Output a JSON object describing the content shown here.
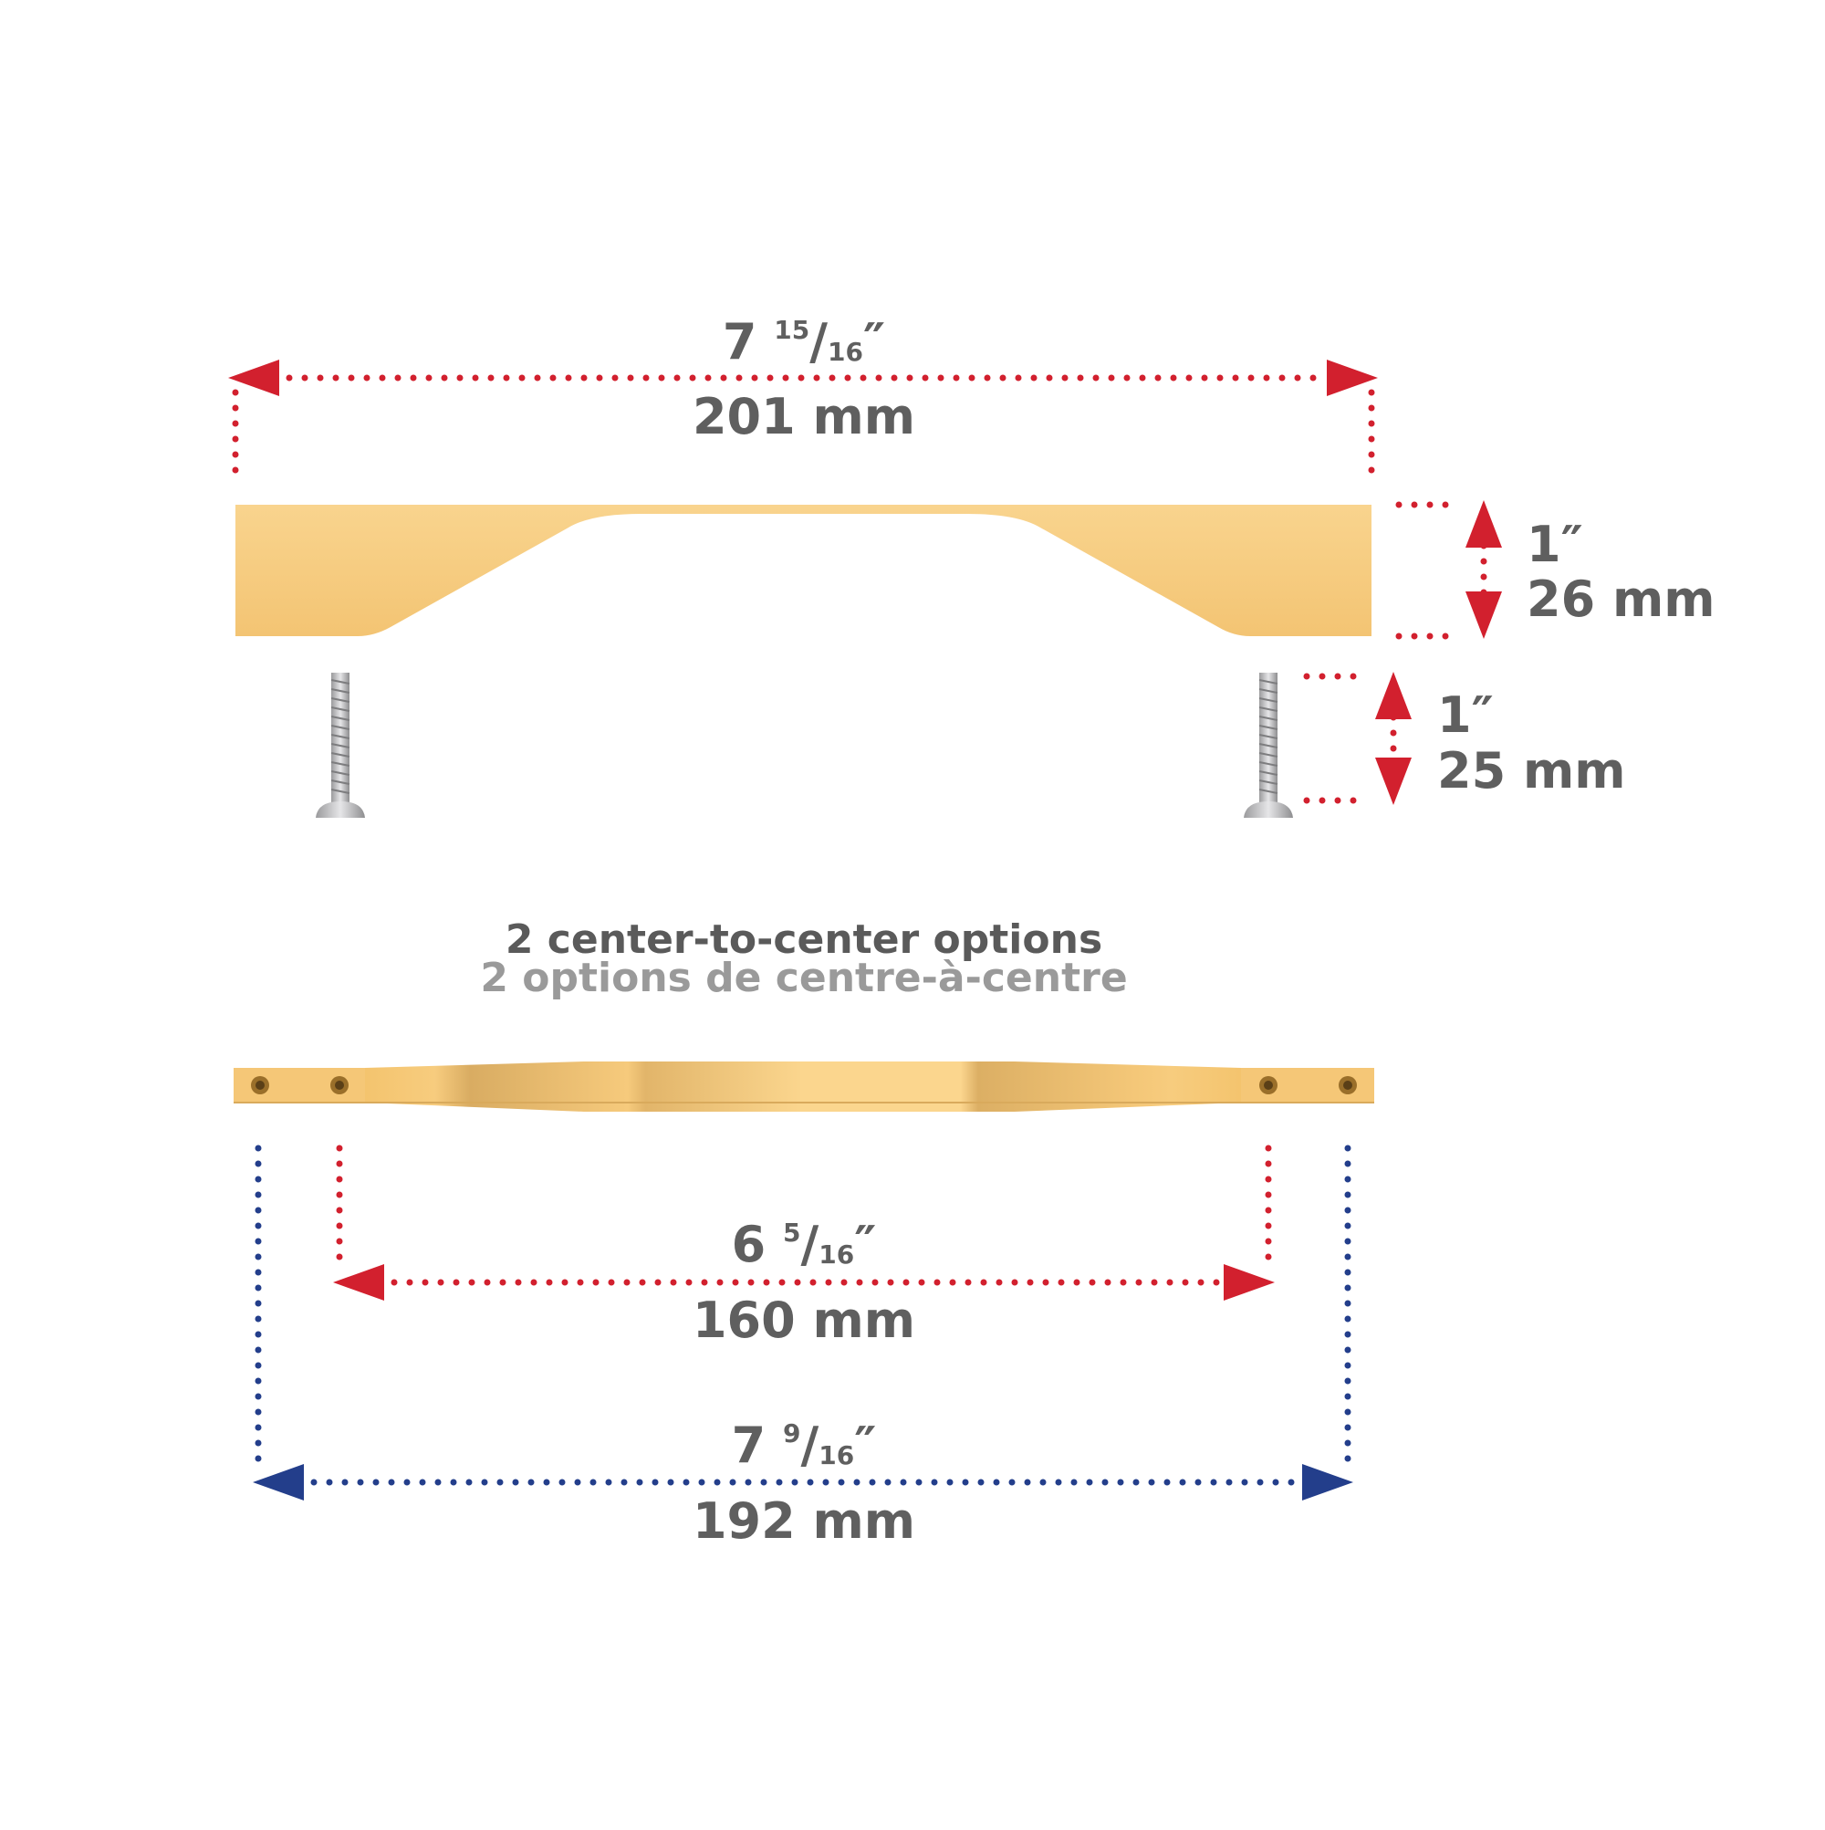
{
  "colors": {
    "red": "#d2202e",
    "blue": "#233e8b",
    "gold": "#f8cf84",
    "gold_dark": "#d9aa5c",
    "text": "#5f5f5f",
    "text_light": "#9a9a9a",
    "screw": "#c7c7c9"
  },
  "overall_length": {
    "inch_whole": "7",
    "inch_num": "15",
    "inch_den": "16",
    "inch_mark": "″",
    "mm": "201 mm"
  },
  "height": {
    "inch": "1″",
    "mm": "26 mm"
  },
  "screw_length": {
    "inch": "1″",
    "mm": "25 mm"
  },
  "title": {
    "en": "2 center-to-center options",
    "fr": "2 options de centre-à-centre"
  },
  "cc_small": {
    "inch_whole": "6",
    "inch_num": "5",
    "inch_den": "16",
    "inch_mark": "″",
    "mm": "160 mm"
  },
  "cc_large": {
    "inch_whole": "7",
    "inch_num": "9",
    "inch_den": "16",
    "inch_mark": "″",
    "mm": "192 mm"
  }
}
